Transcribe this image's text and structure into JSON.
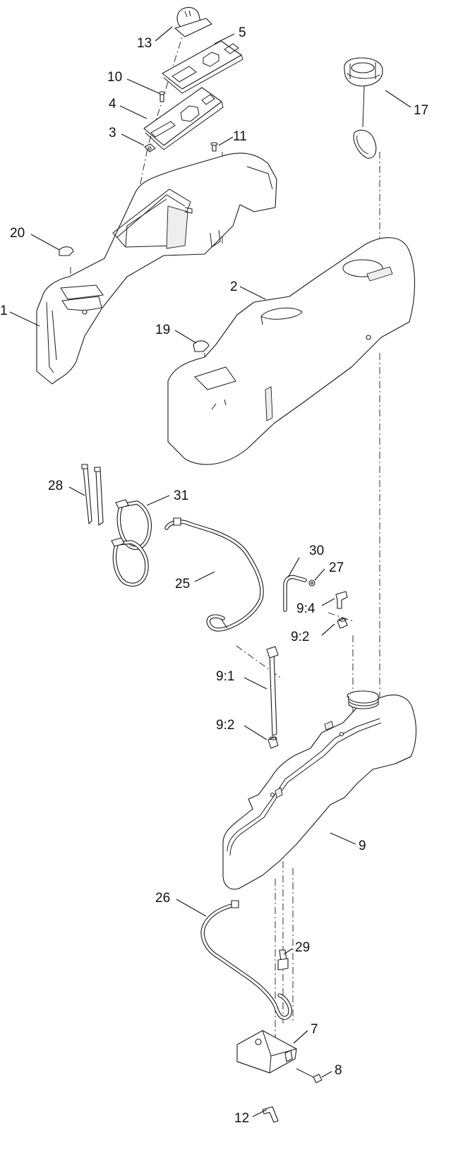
{
  "callouts": [
    {
      "id": "c13",
      "text": "13"
    },
    {
      "id": "c5",
      "text": "5"
    },
    {
      "id": "c10",
      "text": "10"
    },
    {
      "id": "c4",
      "text": "4"
    },
    {
      "id": "c3",
      "text": "3"
    },
    {
      "id": "c11",
      "text": "11"
    },
    {
      "id": "c17",
      "text": "17"
    },
    {
      "id": "c20",
      "text": "20"
    },
    {
      "id": "c2",
      "text": "2"
    },
    {
      "id": "c1",
      "text": "1"
    },
    {
      "id": "c19",
      "text": "19"
    },
    {
      "id": "c28",
      "text": "28"
    },
    {
      "id": "c31",
      "text": "31"
    },
    {
      "id": "c30",
      "text": "30"
    },
    {
      "id": "c27",
      "text": "27"
    },
    {
      "id": "c25",
      "text": "25"
    },
    {
      "id": "c94",
      "text": "9:4"
    },
    {
      "id": "c92a",
      "text": "9:2"
    },
    {
      "id": "c91",
      "text": "9:1"
    },
    {
      "id": "c92b",
      "text": "9:2"
    },
    {
      "id": "c9",
      "text": "9"
    },
    {
      "id": "c26",
      "text": "26"
    },
    {
      "id": "c29",
      "text": "29"
    },
    {
      "id": "c7",
      "text": "7"
    },
    {
      "id": "c8",
      "text": "8"
    },
    {
      "id": "c12",
      "text": "12"
    }
  ]
}
